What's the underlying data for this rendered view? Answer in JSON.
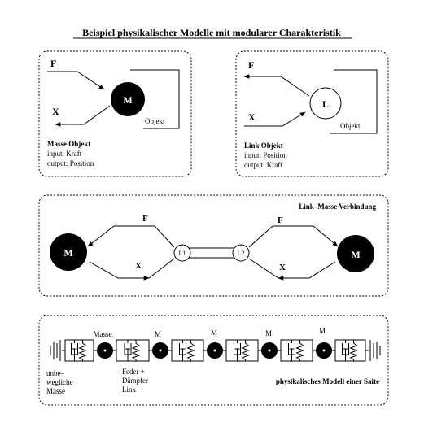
{
  "title": "Beispiel physikalischer Modelle mit modularer Charakteristik",
  "panel_mass": {
    "in_label": "F",
    "out_label": "X",
    "node_label": "M",
    "object_label": "Objekt",
    "caption_title": "Masse Objekt",
    "caption_input": "input: Kraft",
    "caption_output": "output: Position"
  },
  "panel_link": {
    "out_label": "F",
    "in_label": "X",
    "node_label": "L",
    "object_label": "Objekt",
    "caption_title": "Link Objekt",
    "caption_input": "input: Position",
    "caption_output": "output: Kraft"
  },
  "panel_connection": {
    "title": "Link–Masse Verbindung",
    "left_mass": "M",
    "right_mass": "M",
    "link1": "L1",
    "link2": "L2",
    "left_f": "F",
    "left_x": "X",
    "right_f": "F",
    "right_x": "X"
  },
  "panel_string": {
    "mass_label_1": "Masse",
    "mass_label_2": "M",
    "mass_label_3": "M",
    "mass_label_4": "M",
    "mass_label_5": "M",
    "fixed_line1": "unbe–",
    "fixed_line2": "wegliche",
    "fixed_line3": "Masse",
    "link_line1": "Feder +",
    "link_line2": "Dämpfer",
    "link_line3": "Link",
    "caption": "physikalisches Modell einer Saite"
  }
}
